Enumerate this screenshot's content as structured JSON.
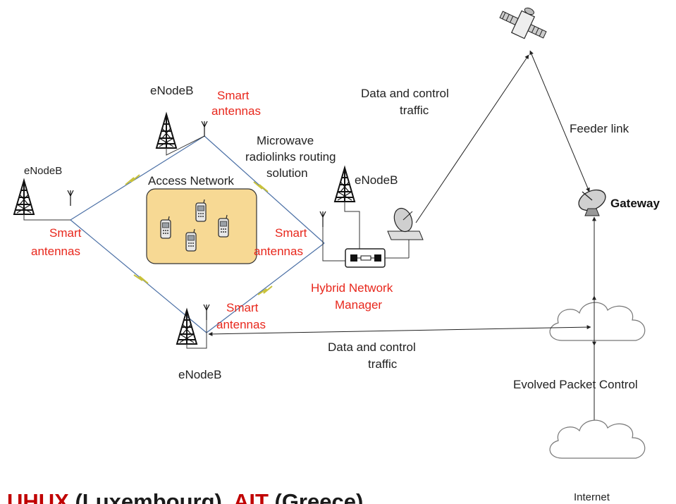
{
  "labels": {
    "enodeb": "eNodeB",
    "smart_antennas_line1": "Smart",
    "smart_antennas_line2": "antennas",
    "microwave_line1": "Microwave",
    "microwave_line2": "radiolinks routing",
    "microwave_line3": "solution",
    "access_network": "Access Network",
    "data_control_line1": "Data and control",
    "data_control_line2": "traffic",
    "feeder_link": "Feeder link",
    "gateway": "Gateway",
    "hnm_line1": "Hybrid Network",
    "hnm_line2": "Manager",
    "epc": "Evolved Packet Control",
    "internet": "Internet"
  },
  "footer": {
    "org1": "UHUX",
    "org1_country": "(Luxembourg)",
    "separator": ",",
    "org2": "AIT",
    "org2_country": "(Greece)"
  },
  "colors": {
    "label": "#222222",
    "highlight": "#e8271c",
    "footer_accent": "#c00000",
    "access_fill": "#f7d994",
    "microwave_link": "#e8e45a"
  }
}
